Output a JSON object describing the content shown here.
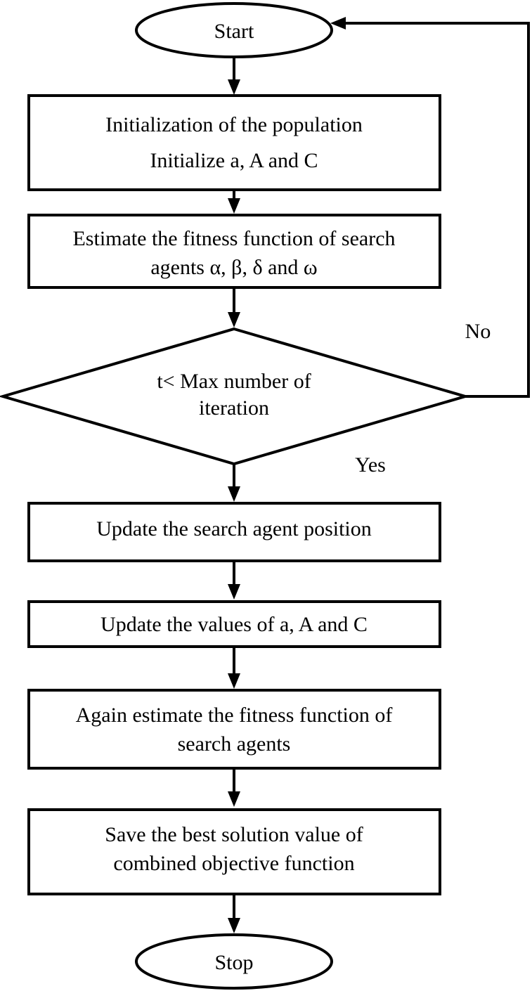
{
  "nodes": {
    "start": {
      "type": "terminator",
      "label": "Start"
    },
    "init": {
      "type": "process",
      "lines": [
        "Initialization of the population",
        "Initialize a, A and C"
      ]
    },
    "estimate_fitness": {
      "type": "process",
      "lines": [
        "Estimate the fitness function of search",
        "agents α, β, δ and ω"
      ]
    },
    "iteration_check": {
      "type": "decision",
      "lines": [
        "t< Max number of",
        "iteration"
      ]
    },
    "update_position": {
      "type": "process",
      "label": "Update the search agent position"
    },
    "update_values": {
      "type": "process",
      "label": "Update the values of a, A and C"
    },
    "reestimate_fitness": {
      "type": "process",
      "lines": [
        "Again estimate the fitness function of",
        "search agents"
      ]
    },
    "save_best": {
      "type": "process",
      "lines": [
        "Save the best solution value of",
        "combined objective function"
      ]
    },
    "stop": {
      "type": "terminator",
      "label": "Stop"
    }
  },
  "edges": {
    "no_label": "No",
    "yes_label": "Yes"
  },
  "colors": {
    "stroke": "#000000",
    "shape_fill": "#ffffff",
    "background": "#ffffff"
  }
}
